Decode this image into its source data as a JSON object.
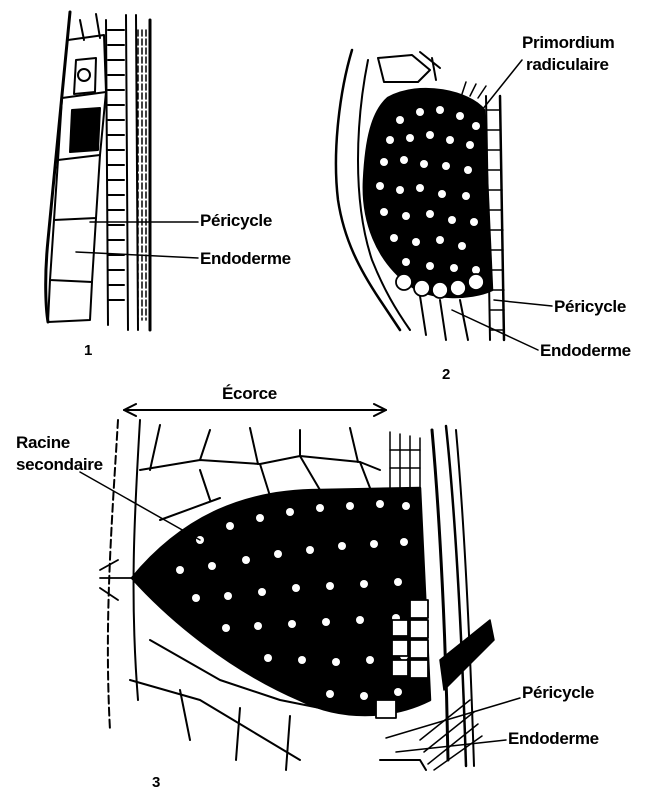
{
  "figures": [
    {
      "number": "1",
      "labels": [
        "Péricycle",
        "Endoderme"
      ]
    },
    {
      "number": "2",
      "labels": [
        "Primordium",
        "radiculaire",
        "Péricycle",
        "Endoderme"
      ]
    },
    {
      "number": "3",
      "labels": [
        "Écorce",
        "Racine",
        "secondaire",
        "Péricycle",
        "Endoderme"
      ]
    }
  ],
  "colors": {
    "ink": "#000000",
    "paper": "#ffffff"
  }
}
